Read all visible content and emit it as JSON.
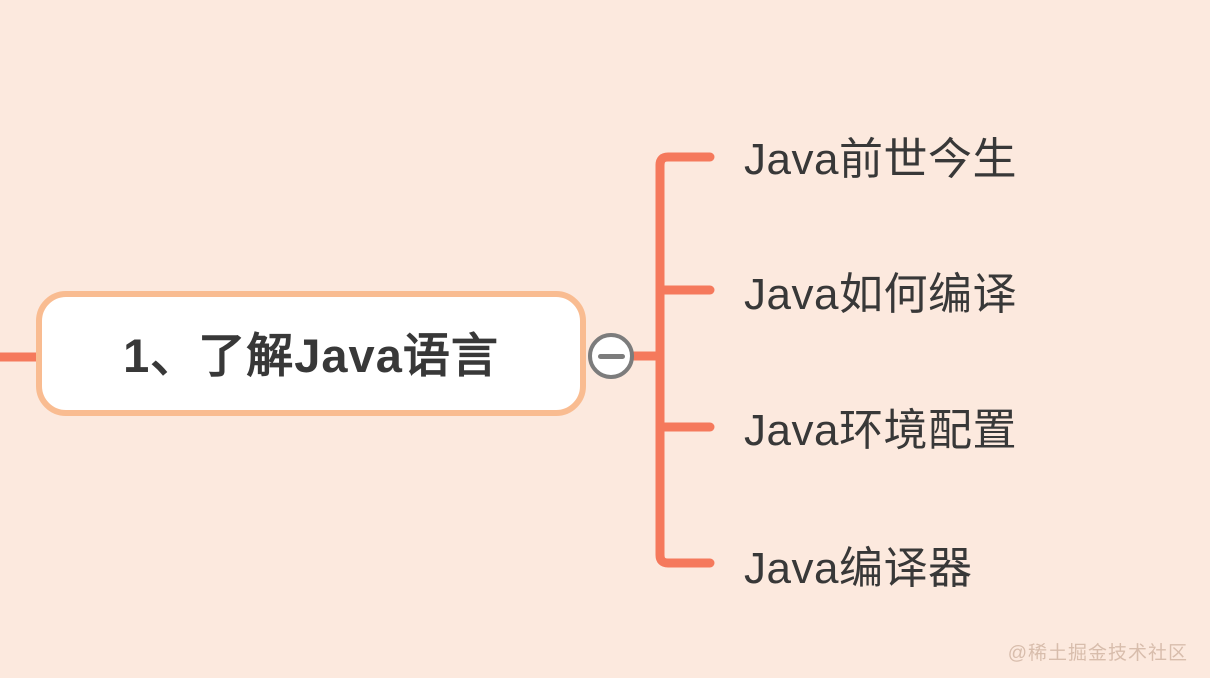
{
  "mindmap": {
    "root": {
      "label": "1、了解Java语言"
    },
    "children": [
      {
        "label": "Java前世今生"
      },
      {
        "label": "Java如何编译"
      },
      {
        "label": "Java环境配置"
      },
      {
        "label": "Java编译器"
      }
    ],
    "collapse_button": {
      "symbol": "minus",
      "state": "expanded"
    }
  },
  "watermark": "@稀土掘金技术社区",
  "colors": {
    "background": "#FCE9DE",
    "branch": "#F5795C",
    "node-border": "#F9BC91",
    "node-fill": "#FFFFFF",
    "text": "#383838",
    "collapse-gray": "#7C7C7C",
    "watermark": "#D8BDAC"
  }
}
